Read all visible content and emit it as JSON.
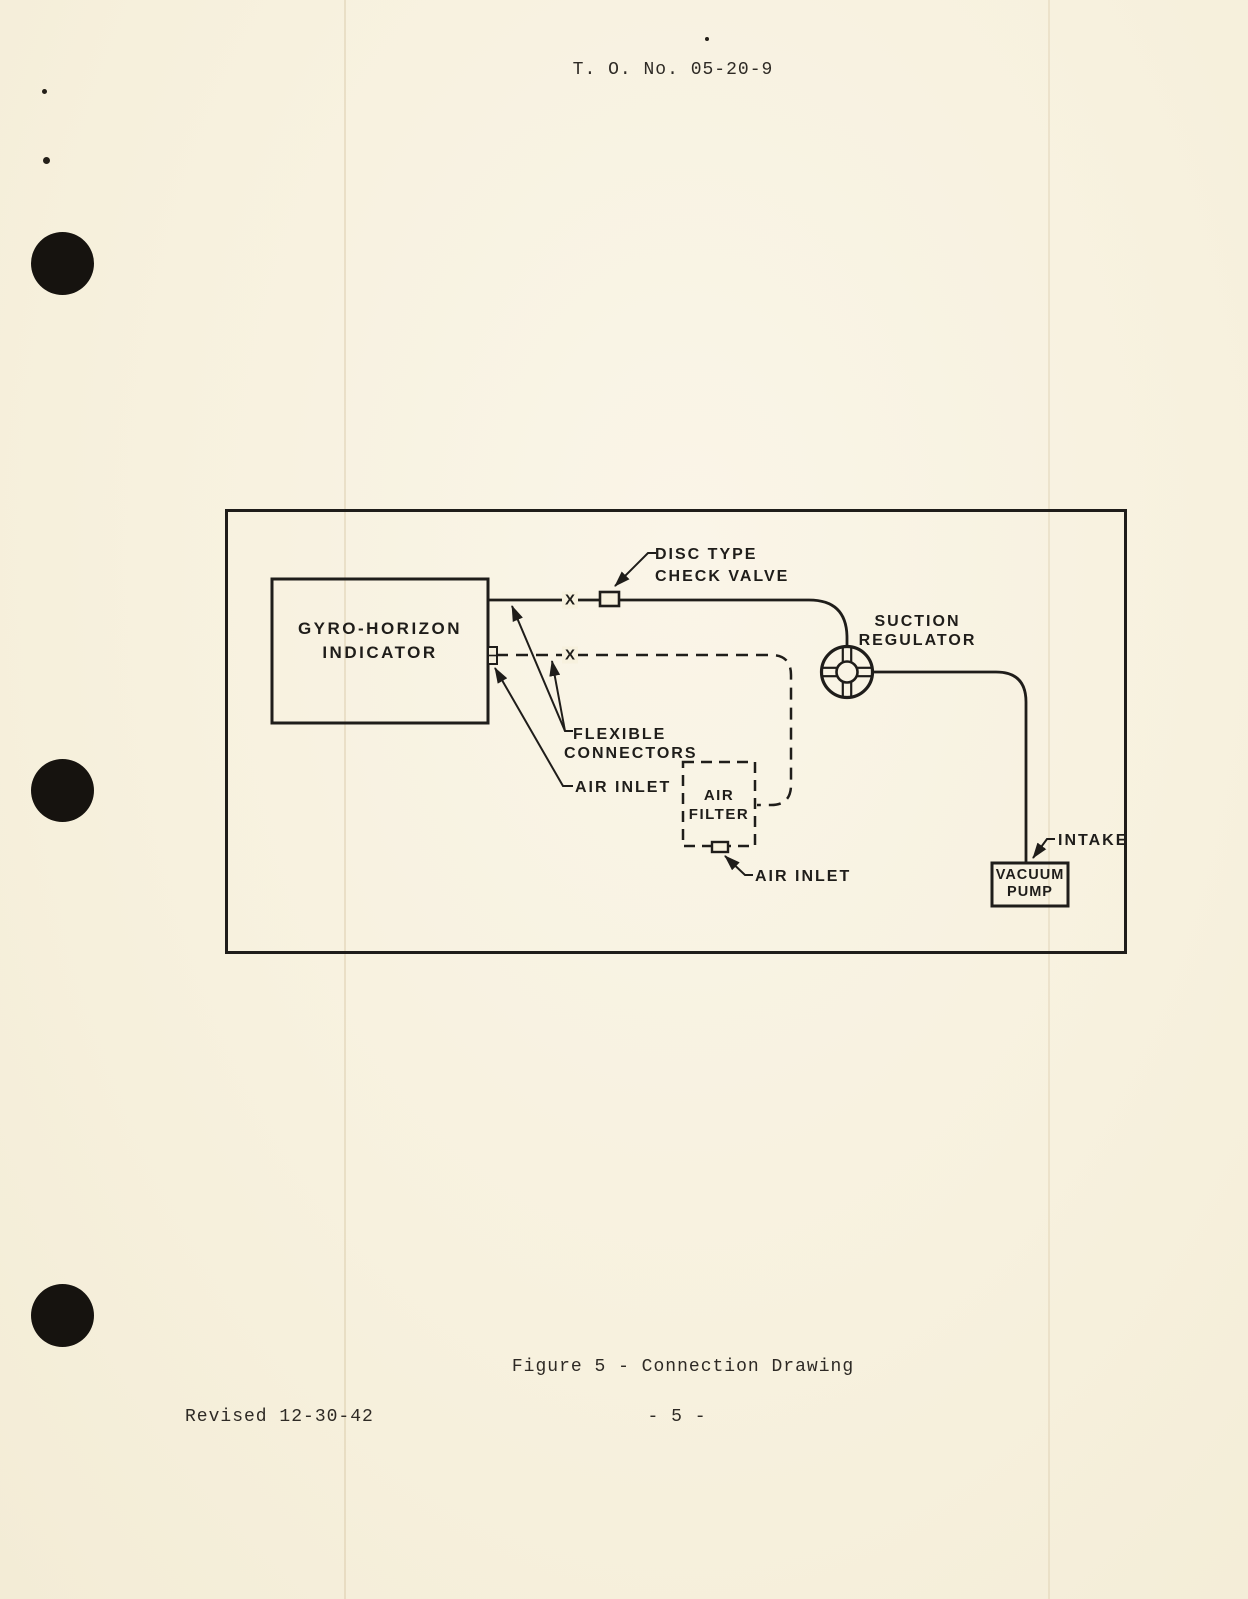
{
  "header": {
    "title": "T. O. No. 05-20-9"
  },
  "diagram": {
    "indicator": {
      "line1": "GYRO-HORIZON",
      "line2": "INDICATOR"
    },
    "check_valve": {
      "line1": "DISC TYPE",
      "line2": "CHECK VALVE"
    },
    "regulator": {
      "line1": "SUCTION",
      "line2": "REGULATOR"
    },
    "flexible_connectors": {
      "line1": "FLEXIBLE",
      "line2": "CONNECTORS"
    },
    "air_inlet_indicator": "AIR INLET",
    "air_filter": {
      "line1": "AIR",
      "line2": "FILTER"
    },
    "air_inlet_filter": "AIR INLET",
    "vacuum_pump": {
      "line1": "VACUUM",
      "line2": "PUMP"
    },
    "intake": "INTAKE",
    "connector_mark": "X"
  },
  "footer": {
    "caption": "Figure 5 - Connection Drawing",
    "revised": "Revised 12-30-42",
    "page_number": "- 5 -"
  },
  "colors": {
    "paper": "#f7f1de",
    "ink": "#1f1d1a"
  }
}
